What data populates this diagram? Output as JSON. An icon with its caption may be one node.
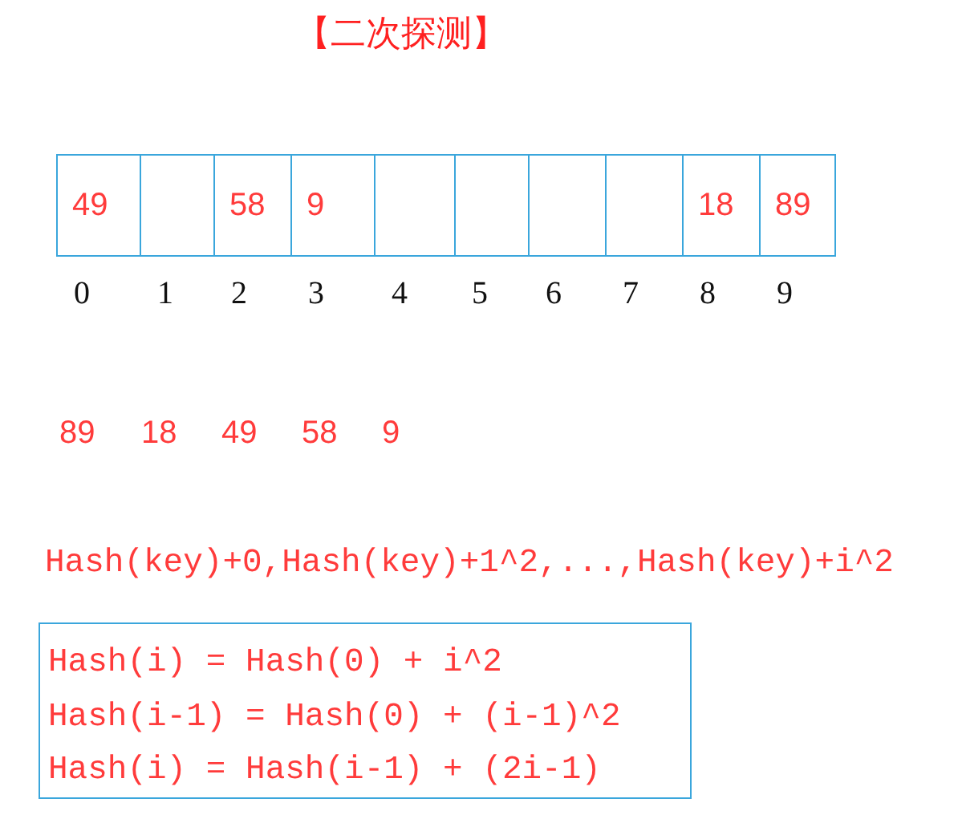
{
  "diagram": {
    "title": "【二次探测】",
    "nodes": [
      {
        "text": [
          "49"
        ]
      },
      {
        "text": [],
        "shape": "box"
      },
      {
        "text": [
          "58"
        ]
      },
      {
        "text": [
          "9"
        ]
      },
      {
        "text": [],
        "shape": "box"
      },
      {
        "text": [],
        "shape": "box"
      },
      {
        "text": [],
        "shape": "box"
      },
      {
        "text": [],
        "shape": "box"
      },
      {
        "text": [
          "18"
        ]
      },
      {
        "text": [
          "89"
        ]
      },
      {
        "text": [
          "Hash(i) = Hash(0) + i^2",
          "Hash(i-1) = Hash(0) + (i-1)^2",
          "Hash(i) = Hash(i-1) + (2i-1)"
        ]
      }
    ],
    "labels": [
      "0",
      "1",
      "2",
      "3",
      "4",
      "5",
      "6",
      "7",
      "8",
      "9",
      "89",
      "18",
      "49",
      "58",
      "9",
      "Hash(key)+0,Hash(key)+1^2,...,Hash(key)+i^2"
    ]
  }
}
